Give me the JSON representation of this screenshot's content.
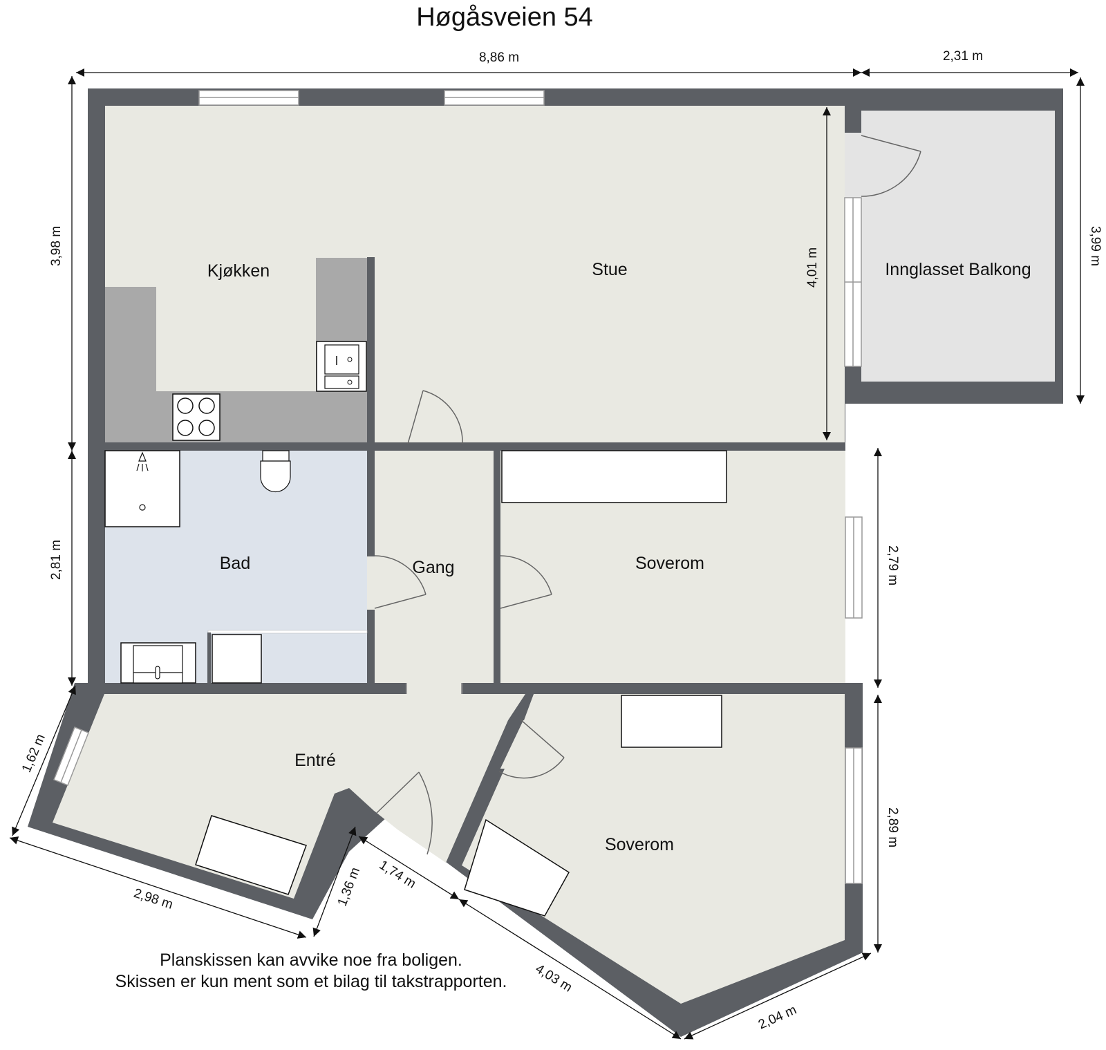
{
  "title": "Høgåsveien 54",
  "colors": {
    "wall": "#5c5f64",
    "floor_default": "#e9e9e2",
    "floor_bath": "#dde3eb",
    "floor_balcony": "#e4e4e4",
    "counter": "#a9a9a9",
    "fixture": "#ffffff",
    "line": "#111111"
  },
  "rooms": [
    {
      "id": "kjokken",
      "label": "Kjøkken"
    },
    {
      "id": "stue",
      "label": "Stue"
    },
    {
      "id": "balkong",
      "label": "Innglasset Balkong"
    },
    {
      "id": "bad",
      "label": "Bad"
    },
    {
      "id": "gang",
      "label": "Gang"
    },
    {
      "id": "soverom1",
      "label": "Soverom"
    },
    {
      "id": "entre",
      "label": "Entré"
    },
    {
      "id": "soverom2",
      "label": "Soverom"
    }
  ],
  "dimensions": {
    "top_main": "8,86 m",
    "top_balcony": "2,31 m",
    "left_upper": "3,98 m",
    "left_lower": "2,81 m",
    "stue_height": "4,01 m",
    "balcony_height": "3,99 m",
    "right_soverom1": "2,79 m",
    "right_soverom2": "2,89 m",
    "entre_window_wall": "1,62 m",
    "entre_bottom": "2,98 m",
    "entry_notch": "1,36 m",
    "entry_door_wall": "1,74 m",
    "soverom2_diag": "4,03 m",
    "soverom2_bottom_right": "2,04 m"
  },
  "disclaimer": {
    "line1": "Planskissen kan avvike noe fra boligen.",
    "line2": "Skissen er kun ment som et bilag til takstrapporten."
  }
}
